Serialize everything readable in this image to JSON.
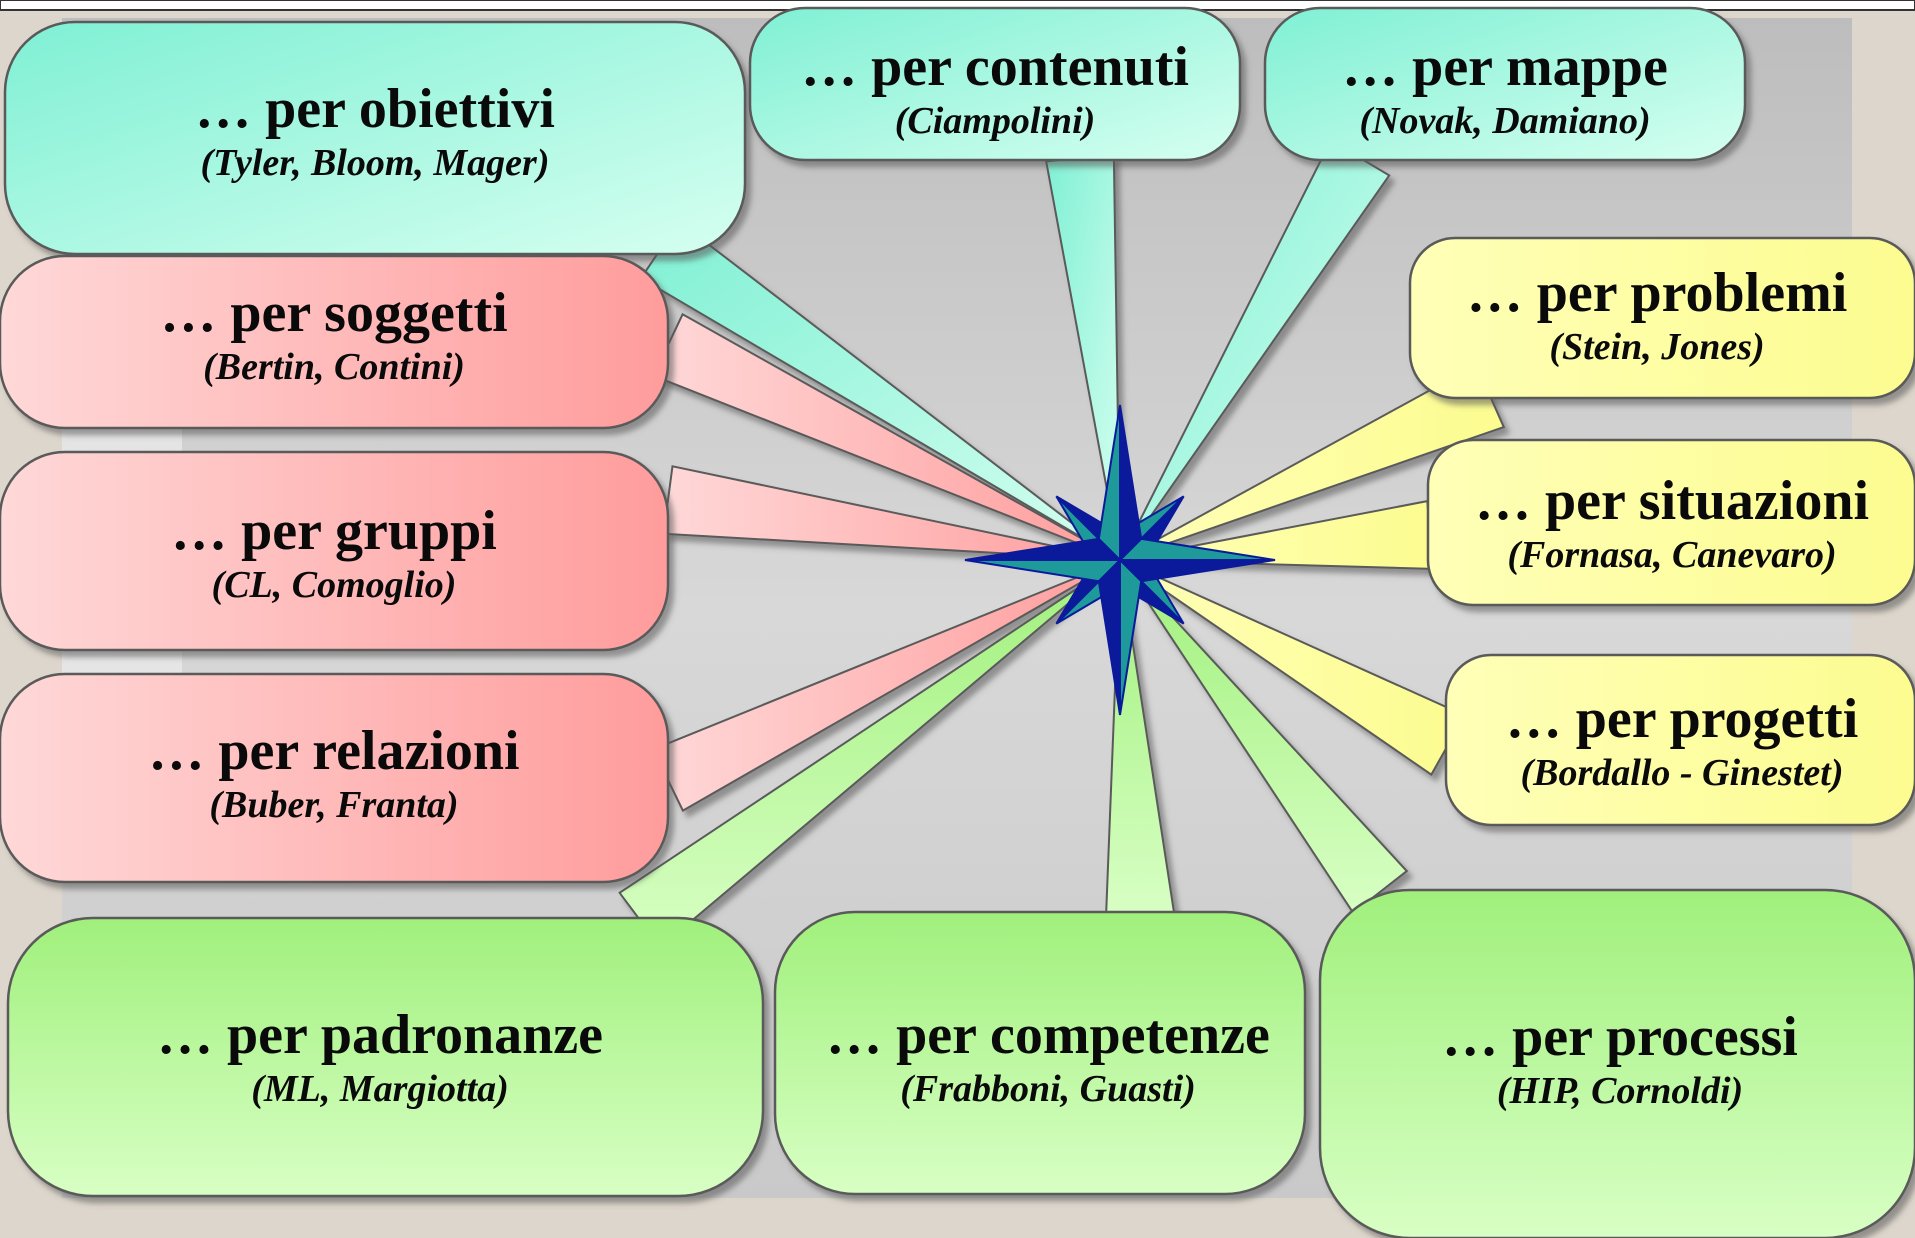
{
  "bubbles": [
    {
      "id": "obiettivi",
      "title": "… per obiettivi",
      "authors": "(Tyler, Bloom, Mager)",
      "group": "teal"
    },
    {
      "id": "contenuti",
      "title": "… per contenuti",
      "authors": "(Ciampolini)",
      "group": "teal"
    },
    {
      "id": "mappe",
      "title": "… per mappe",
      "authors": "(Novak, Damiano)",
      "group": "teal"
    },
    {
      "id": "soggetti",
      "title": "… per soggetti",
      "authors": "(Bertin, Contini)",
      "group": "red"
    },
    {
      "id": "gruppi",
      "title": "… per gruppi",
      "authors": "(CL, Comoglio)",
      "group": "red"
    },
    {
      "id": "relazioni",
      "title": "… per relazioni",
      "authors": "(Buber, Franta)",
      "group": "red"
    },
    {
      "id": "problemi",
      "title": "… per problemi",
      "authors": "(Stein, Jones)",
      "group": "yellow"
    },
    {
      "id": "situazioni",
      "title": "… per situazioni",
      "authors": "(Fornasa, Canevaro)",
      "group": "yellow"
    },
    {
      "id": "progetti",
      "title": "… per progetti",
      "authors": "(Bordallo - Ginestet)",
      "group": "yellow"
    },
    {
      "id": "padronanze",
      "title": "… per padronanze",
      "authors": "(ML, Margiotta)",
      "group": "green"
    },
    {
      "id": "competenze",
      "title": "… per competenze",
      "authors": "(Frabboni, Guasti)",
      "group": "green"
    },
    {
      "id": "processi",
      "title": "… per processi",
      "authors": "(HIP, Cornoldi)",
      "group": "green"
    }
  ],
  "center": {
    "icon": "compass-star-icon"
  },
  "colors": {
    "teal": "#9ff5dc",
    "red": "#ff9f9f",
    "yellow": "#ffffa6",
    "green": "#aef58c",
    "star_dark": "#0b1a9a",
    "star_light": "#1f9a9a",
    "panel": "#cfcfcf",
    "background": "#ddd6cc"
  }
}
